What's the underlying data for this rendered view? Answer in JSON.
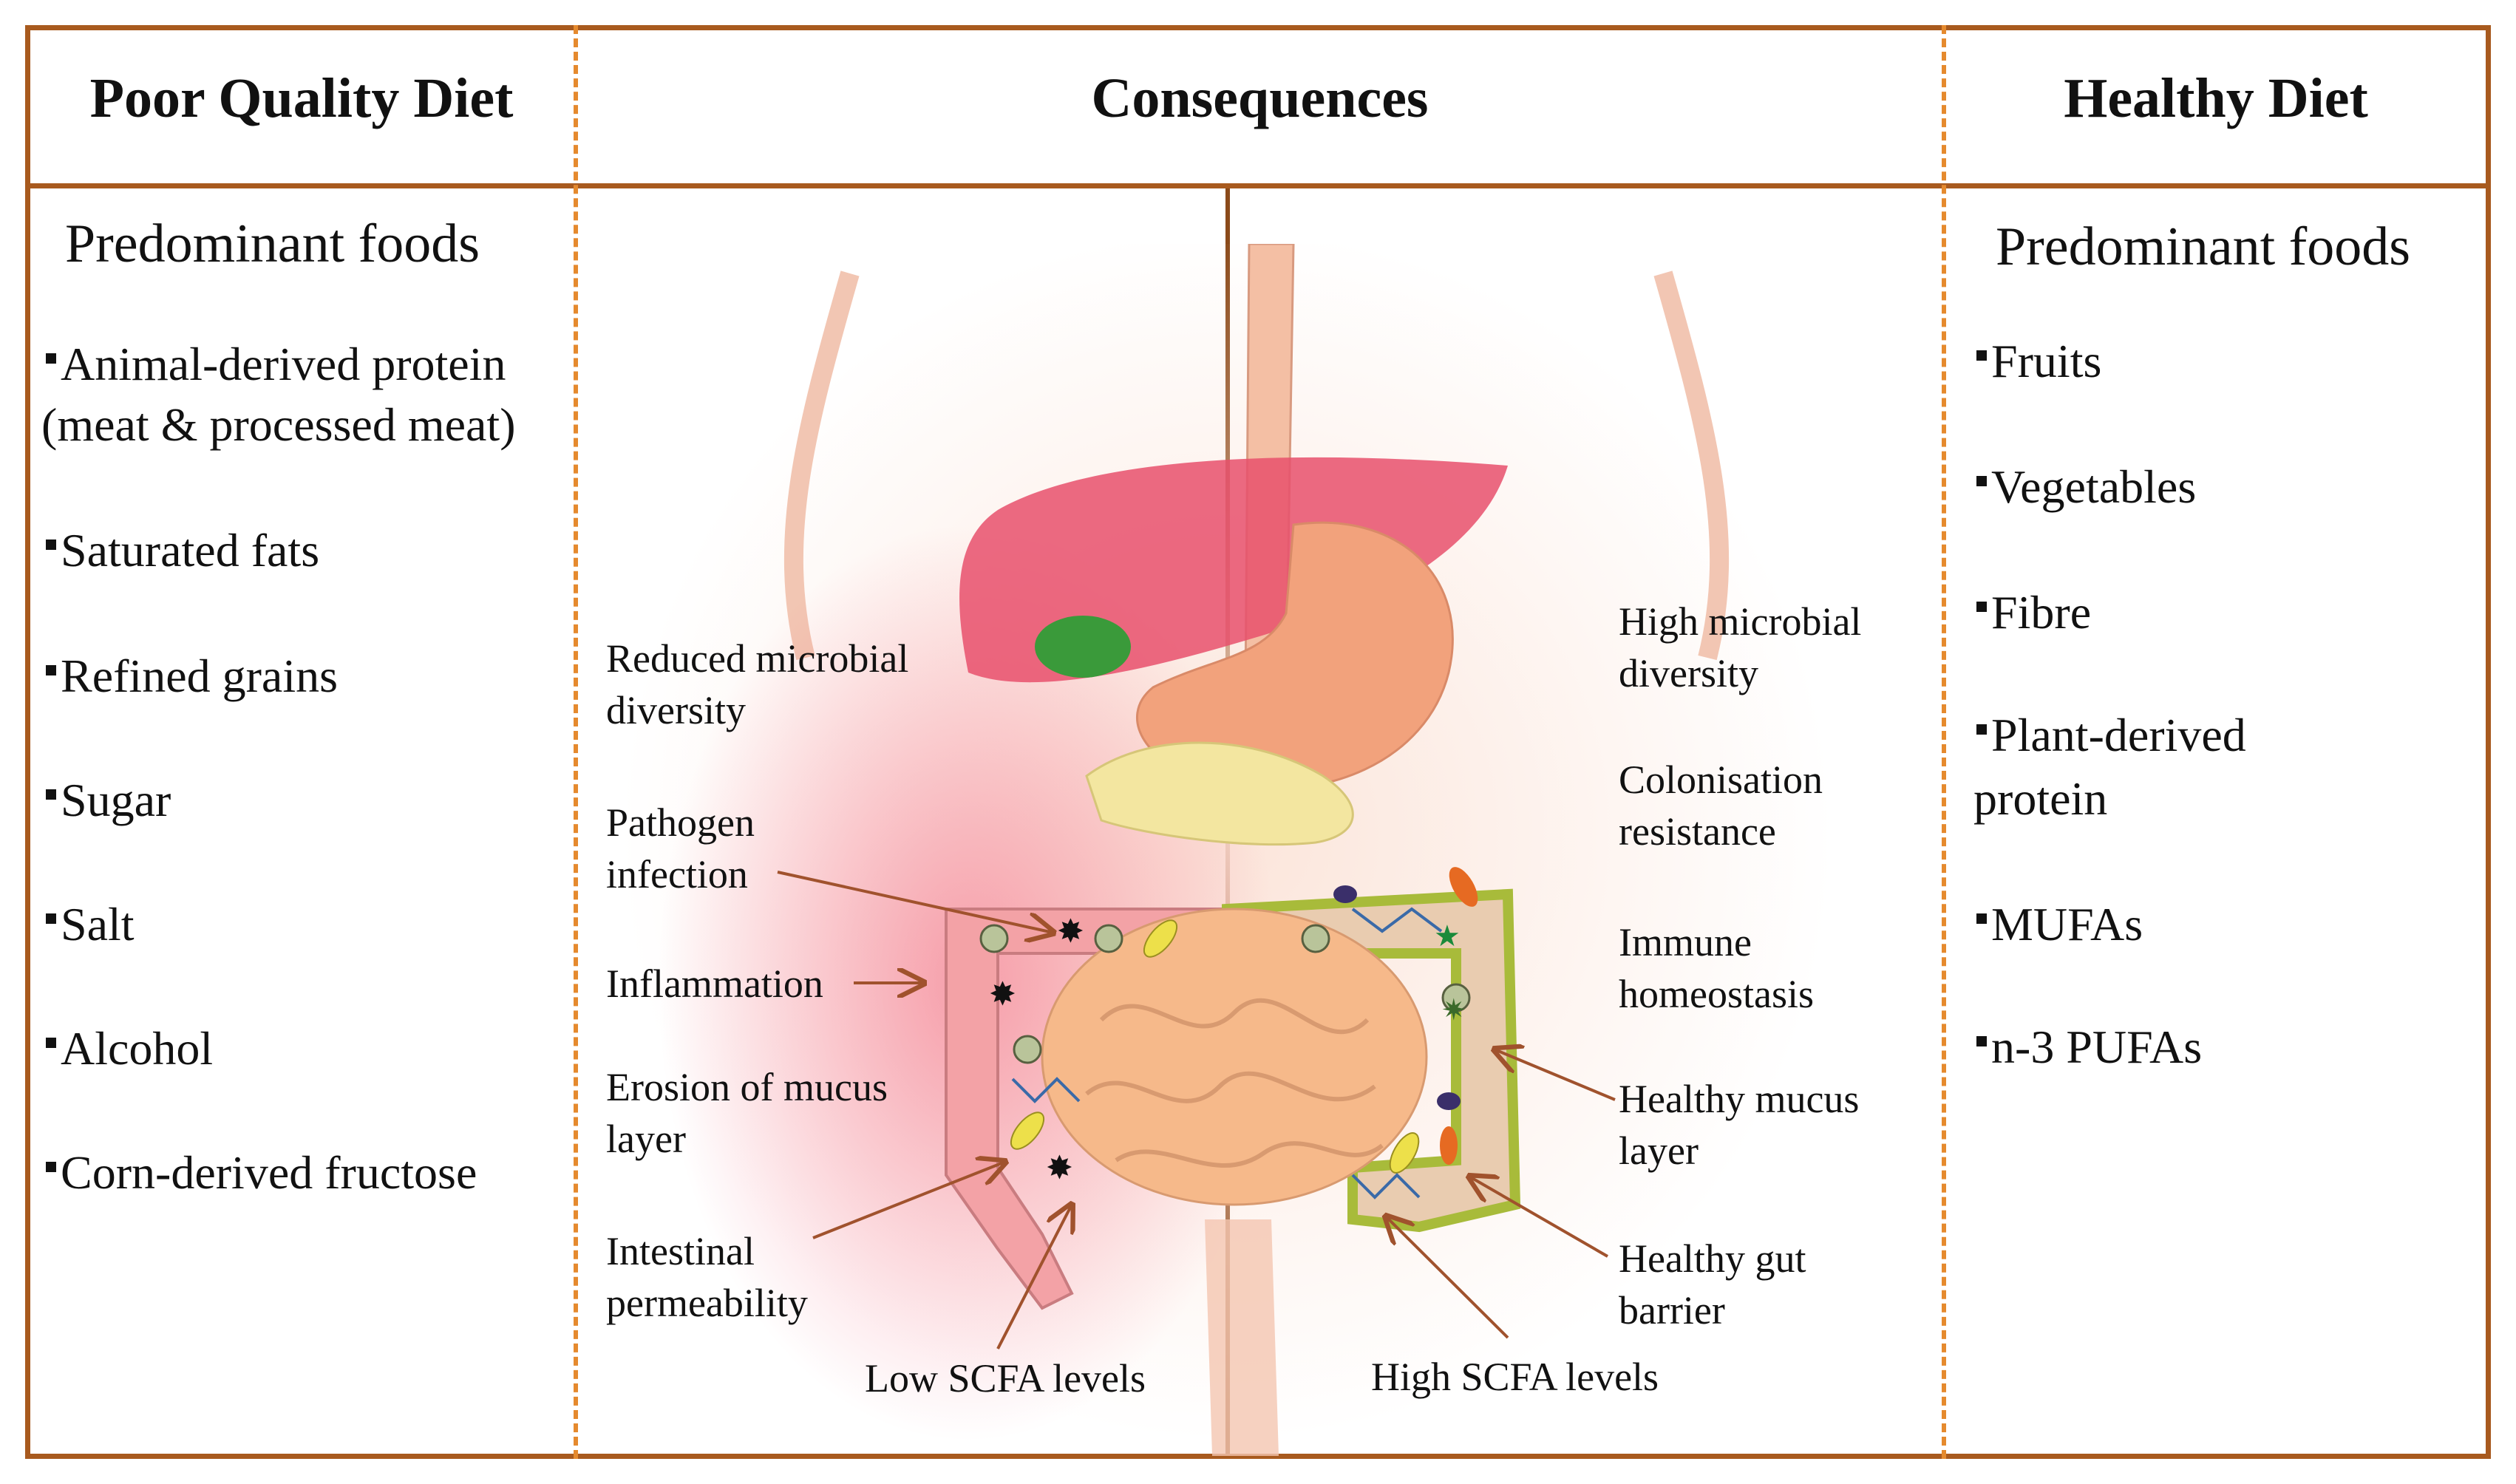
{
  "headers": {
    "poor": "Poor Quality Diet",
    "consequences": "Consequences",
    "healthy": "Healthy Diet"
  },
  "poor_diet": {
    "title": "Predominant foods",
    "items": [
      "Animal-derived protein",
      "(meat & processed meat)",
      "Saturated fats",
      "Refined grains",
      "Sugar",
      "Salt",
      "Alcohol",
      "Corn-derived fructose"
    ]
  },
  "healthy_diet": {
    "title": "Predominant foods",
    "items": [
      "Fruits",
      "Vegetables",
      "Fibre",
      "Plant-derived",
      "protein",
      "MUFAs",
      "n-3 PUFAs"
    ]
  },
  "consequences_poor": {
    "reduced_diversity_1": "Reduced microbial",
    "reduced_diversity_2": "diversity",
    "pathogen_1": "Pathogen",
    "pathogen_2": "infection",
    "inflammation": "Inflammation",
    "erosion_1": "Erosion of mucus",
    "erosion_2": "layer",
    "permeability_1": "Intestinal",
    "permeability_2": "permeability",
    "low_scfa": "Low SCFA levels"
  },
  "consequences_healthy": {
    "high_diversity_1": "High microbial",
    "high_diversity_2": "diversity",
    "colonisation_1": "Colonisation",
    "colonisation_2": "resistance",
    "immune_1": "Immune",
    "immune_2": "homeostasis",
    "mucus_1": "Healthy mucus",
    "mucus_2": "layer",
    "barrier_1": "Healthy gut",
    "barrier_2": "barrier",
    "high_scfa": "High SCFA levels"
  },
  "colors": {
    "frame": "#a85a1e",
    "dashed_divider": "#e58a2e",
    "arrow": "#a0522d",
    "inflamed_tissue": "#f06a7e",
    "healthy_tissue": "#c8d860",
    "liver": "#e8506c",
    "intestine": "#f6b98a"
  },
  "icons": [
    "bacteria-sphere-icon",
    "bacteria-rod-icon",
    "pathogen-star-icon",
    "scfa-molecule-icon"
  ]
}
